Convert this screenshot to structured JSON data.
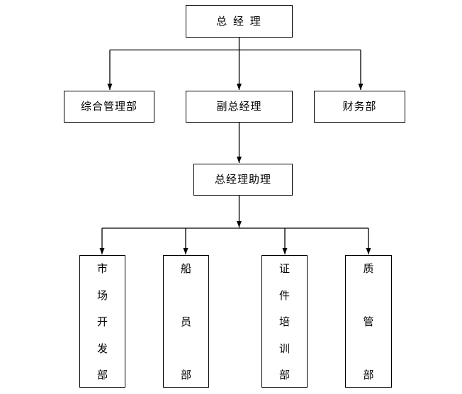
{
  "diagram": {
    "type": "org-chart",
    "background_color": "#ffffff",
    "line_color": "#000000",
    "box_border_color": "#000000",
    "nodes": {
      "general_manager": {
        "label": "总 经 理"
      },
      "admin_dept": {
        "label": "综合管理部"
      },
      "deputy_gm": {
        "label": "副总经理"
      },
      "finance_dept": {
        "label": "财务部"
      },
      "gm_assistant": {
        "label": "总经理助理"
      },
      "market_dev_dept": {
        "label": "市场开发部"
      },
      "crew_dept": {
        "label": "船员部"
      },
      "cert_training_dept": {
        "label": "证件培训部"
      },
      "quality_dept": {
        "label": "质管部"
      }
    },
    "edges": [
      {
        "from": "总 经 理",
        "to": "综合管理部"
      },
      {
        "from": "总 经 理",
        "to": "副总经理"
      },
      {
        "from": "总 经 理",
        "to": "财务部"
      },
      {
        "from": "副总经理",
        "to": "总经理助理"
      },
      {
        "from": "总经理助理",
        "to": "市场开发部"
      },
      {
        "from": "总经理助理",
        "to": "船员部"
      },
      {
        "from": "总经理助理",
        "to": "证件培训部"
      },
      {
        "from": "总经理助理",
        "to": "质管部"
      }
    ]
  }
}
